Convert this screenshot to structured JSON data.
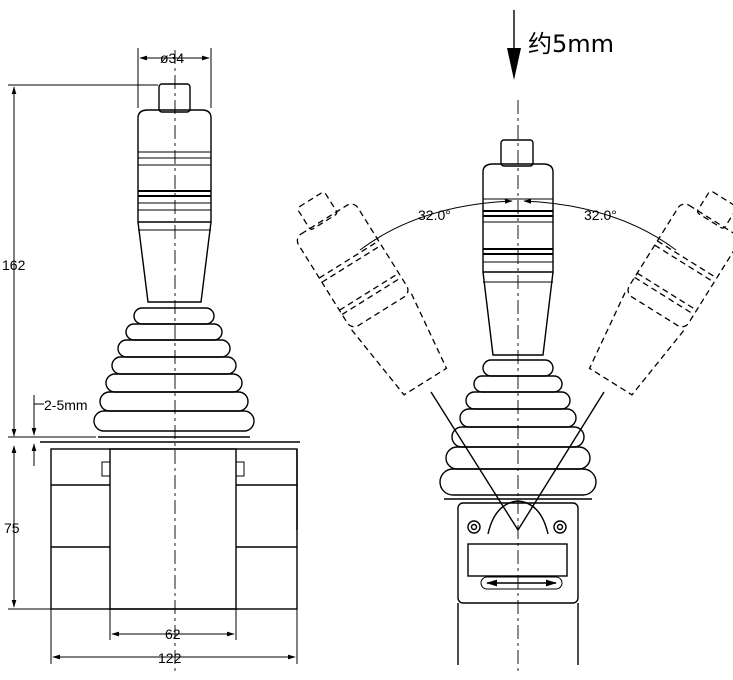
{
  "dimensions": {
    "diameter": "ø34",
    "height_total": "162",
    "gap": "2-5mm",
    "base_height": "75",
    "body_width": "62",
    "flange_width": "122",
    "angle_left": "32.0°",
    "angle_right": "32.0°",
    "press_travel": "约5mm"
  }
}
